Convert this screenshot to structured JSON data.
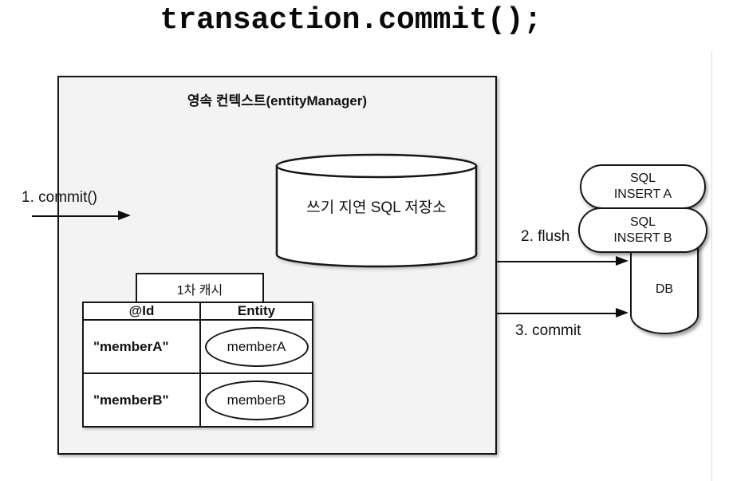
{
  "title": "transaction.commit();",
  "colors": {
    "line": "#161616",
    "context_fill": "#f3f3f3",
    "shape_fill": "#ffffff",
    "page_edge": "#dddddd"
  },
  "context": {
    "title": "영속 컨텍스트(entityManager)"
  },
  "write_behind_store": {
    "label": "쓰기 지연 SQL 저장소"
  },
  "cache": {
    "label": "1차 캐시",
    "header_id": "@Id",
    "header_entity": "Entity",
    "rows": [
      {
        "id": "\"memberA\"",
        "entity": "memberA"
      },
      {
        "id": "\"memberB\"",
        "entity": "memberB"
      }
    ]
  },
  "steps": {
    "commit_call": "1. commit()",
    "flush": "2. flush",
    "commit": "3. commit"
  },
  "sql_statements": [
    {
      "line1": "SQL",
      "line2": "INSERT A"
    },
    {
      "line1": "SQL",
      "line2": "INSERT B"
    }
  ],
  "database": {
    "label": "DB"
  }
}
